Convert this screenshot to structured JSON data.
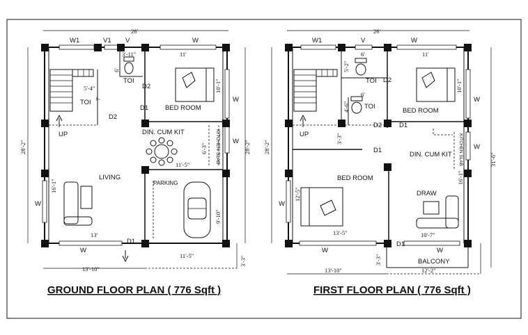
{
  "ground_floor": {
    "title": "GROUND FLOOR PLAN ( 776 Sqft )",
    "rooms": {
      "toi_stair": "TOI",
      "toi_top": "TOI",
      "bedroom": "BED ROOM",
      "din_kit": "DIN. CUM KIT",
      "kitchen_slab": "KITCHEN SLAB",
      "living": "LIVING",
      "parking": "PARKING",
      "up": "UP"
    },
    "openings": {
      "w1": "W1",
      "v1": "V1",
      "v": "V",
      "w_top": "W",
      "w_right1": "W",
      "w_right2": "W",
      "w_left": "W",
      "w_bottom": "W",
      "d1_bed": "D1",
      "d2_toi": "D2",
      "d2_stair": "D2",
      "d1_main": "D1"
    },
    "dims": {
      "overall_width": "26'",
      "overall_depth_left": "28'-2\"",
      "overall_depth_right": "28'-2\"",
      "toi_w": "3'-11\"",
      "toi_d": "6'",
      "bed_w": "11'",
      "bed_d": "10'-1\"",
      "stair_w": "5'-4\"",
      "stair_d": "7'",
      "kit_d": "6'-3\"",
      "kit_w": "11'-5\"",
      "living_d": "16'-1\"",
      "living_w": "13'",
      "parking_d": "9'-10\"",
      "parking_w": "11'-5\"",
      "front_left": "13'-10\"",
      "front_proj": "3'-3\""
    }
  },
  "first_floor": {
    "title": "FIRST FLOOR PLAN ( 776 Sqft )",
    "rooms": {
      "toi1": "TOI",
      "toi2": "TOI",
      "bedroom_top": "BED ROOM",
      "din_kit": "DIN. CUM KIT",
      "kitchen_slab": "KITCHEN SLAB",
      "bedroom_left": "BED ROOM",
      "draw": "DRAW",
      "balcony": "BALCONY",
      "up": "UP"
    },
    "openings": {
      "w1": "W1",
      "v": "V",
      "w_top": "W",
      "w_right1": "W",
      "w_right2": "W",
      "w_left": "W",
      "w_bottom1": "W",
      "w_bottom2": "W",
      "d2_toi1": "D2",
      "d2_toi2": "D2",
      "d1_bedtop": "D1",
      "d1_bedleft": "D1",
      "d1_balcony": "D1"
    },
    "dims": {
      "overall_width": "26'",
      "overall_depth_left": "28'-2\"",
      "overall_depth_right": "31'-6\"",
      "toi1_w": "6'",
      "toi1_d": "5'-2\"",
      "toi2_w": "6'",
      "toi2_d": "4'-6\"",
      "bed_w": "11'",
      "bed_d": "10'-1\"",
      "pass_d": "3'-3\"",
      "bedleft_d": "12'-5\"",
      "bedleft_w": "13'-5\"",
      "kit_d": "16'-1\"",
      "draw_w": "10'-7\"",
      "front_left": "13'-10\"",
      "balcony_proj": "3'-3\"",
      "balcony_w": "12'-2\""
    }
  }
}
